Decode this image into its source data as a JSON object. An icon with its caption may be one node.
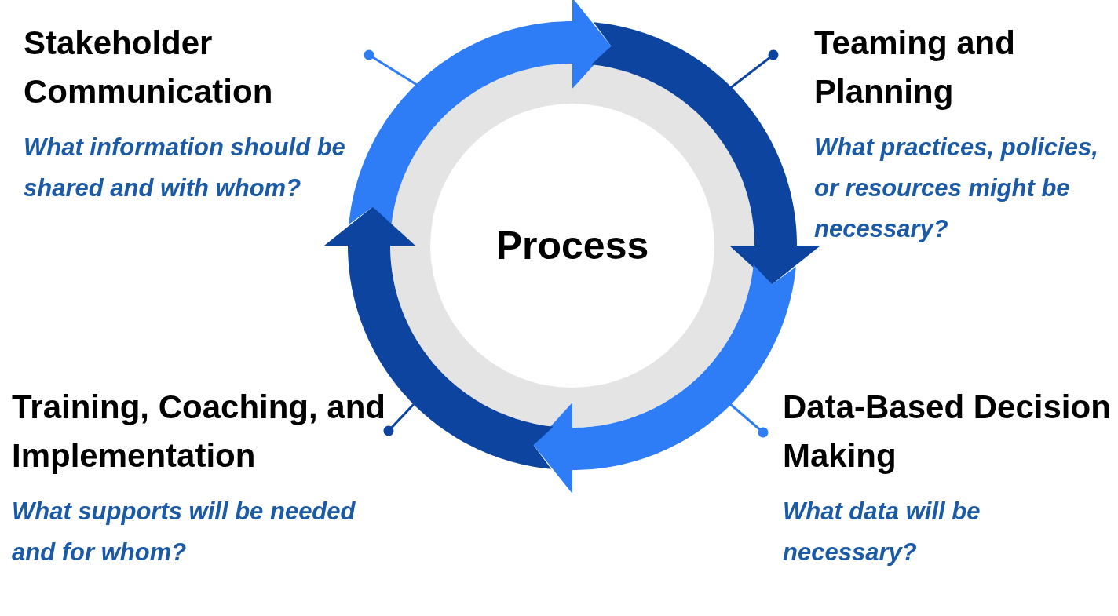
{
  "diagram": {
    "nodes": [
      {
        "text": [
          "Process"
        ]
      },
      {
        "text": [
          "Stakeholder Communication",
          "What information should be shared and with whom?"
        ]
      },
      {
        "text": [
          "Teaming and Planning",
          "What practices, policies, or resources might be necessary?"
        ]
      },
      {
        "text": [
          "Data-Based Decision Making",
          "What data will be necessary?"
        ]
      },
      {
        "text": [
          "Training, Coaching, and Implementation",
          "What supports will be needed and for whom?"
        ]
      }
    ],
    "edges": [
      {
        "from": 1,
        "to": null,
        "arrow": "other",
        "color": "#2e7cf6"
      },
      {
        "from": 2,
        "to": null,
        "arrow": "other"
      },
      {
        "from": 3,
        "to": null,
        "arrow": "other",
        "color": "#2e7cf6"
      },
      {
        "from": 4,
        "to": null,
        "arrow": "other"
      }
    ]
  }
}
